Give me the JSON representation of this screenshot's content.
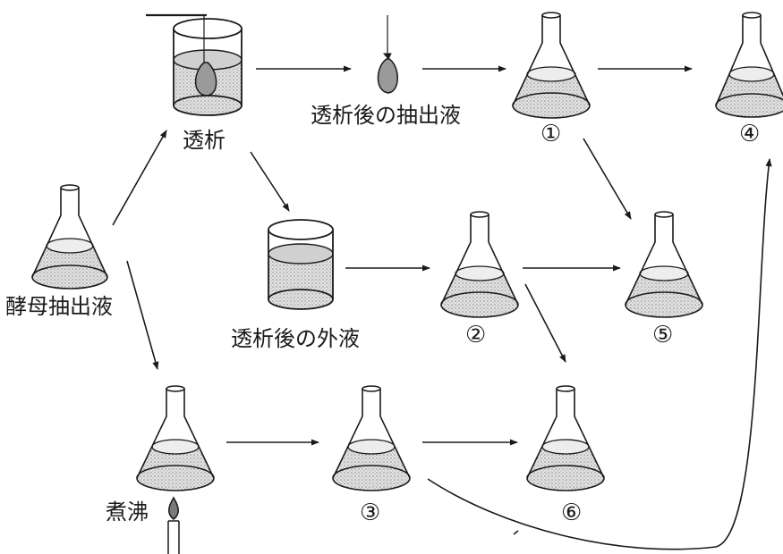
{
  "labels": {
    "yeast_extract": "酵母抽出液",
    "dialysis": "透析",
    "after_dialysis_extract": "透析後の抽出液",
    "after_dialysis_outer": "透析後の外液",
    "boiling": "煮沸"
  },
  "flask_numbers": [
    "①",
    "②",
    "③",
    "④",
    "⑤",
    "⑥"
  ],
  "colors": {
    "ink": "#1a1a1a",
    "liquid": "#c8c8c8",
    "background": "#ffffff"
  }
}
